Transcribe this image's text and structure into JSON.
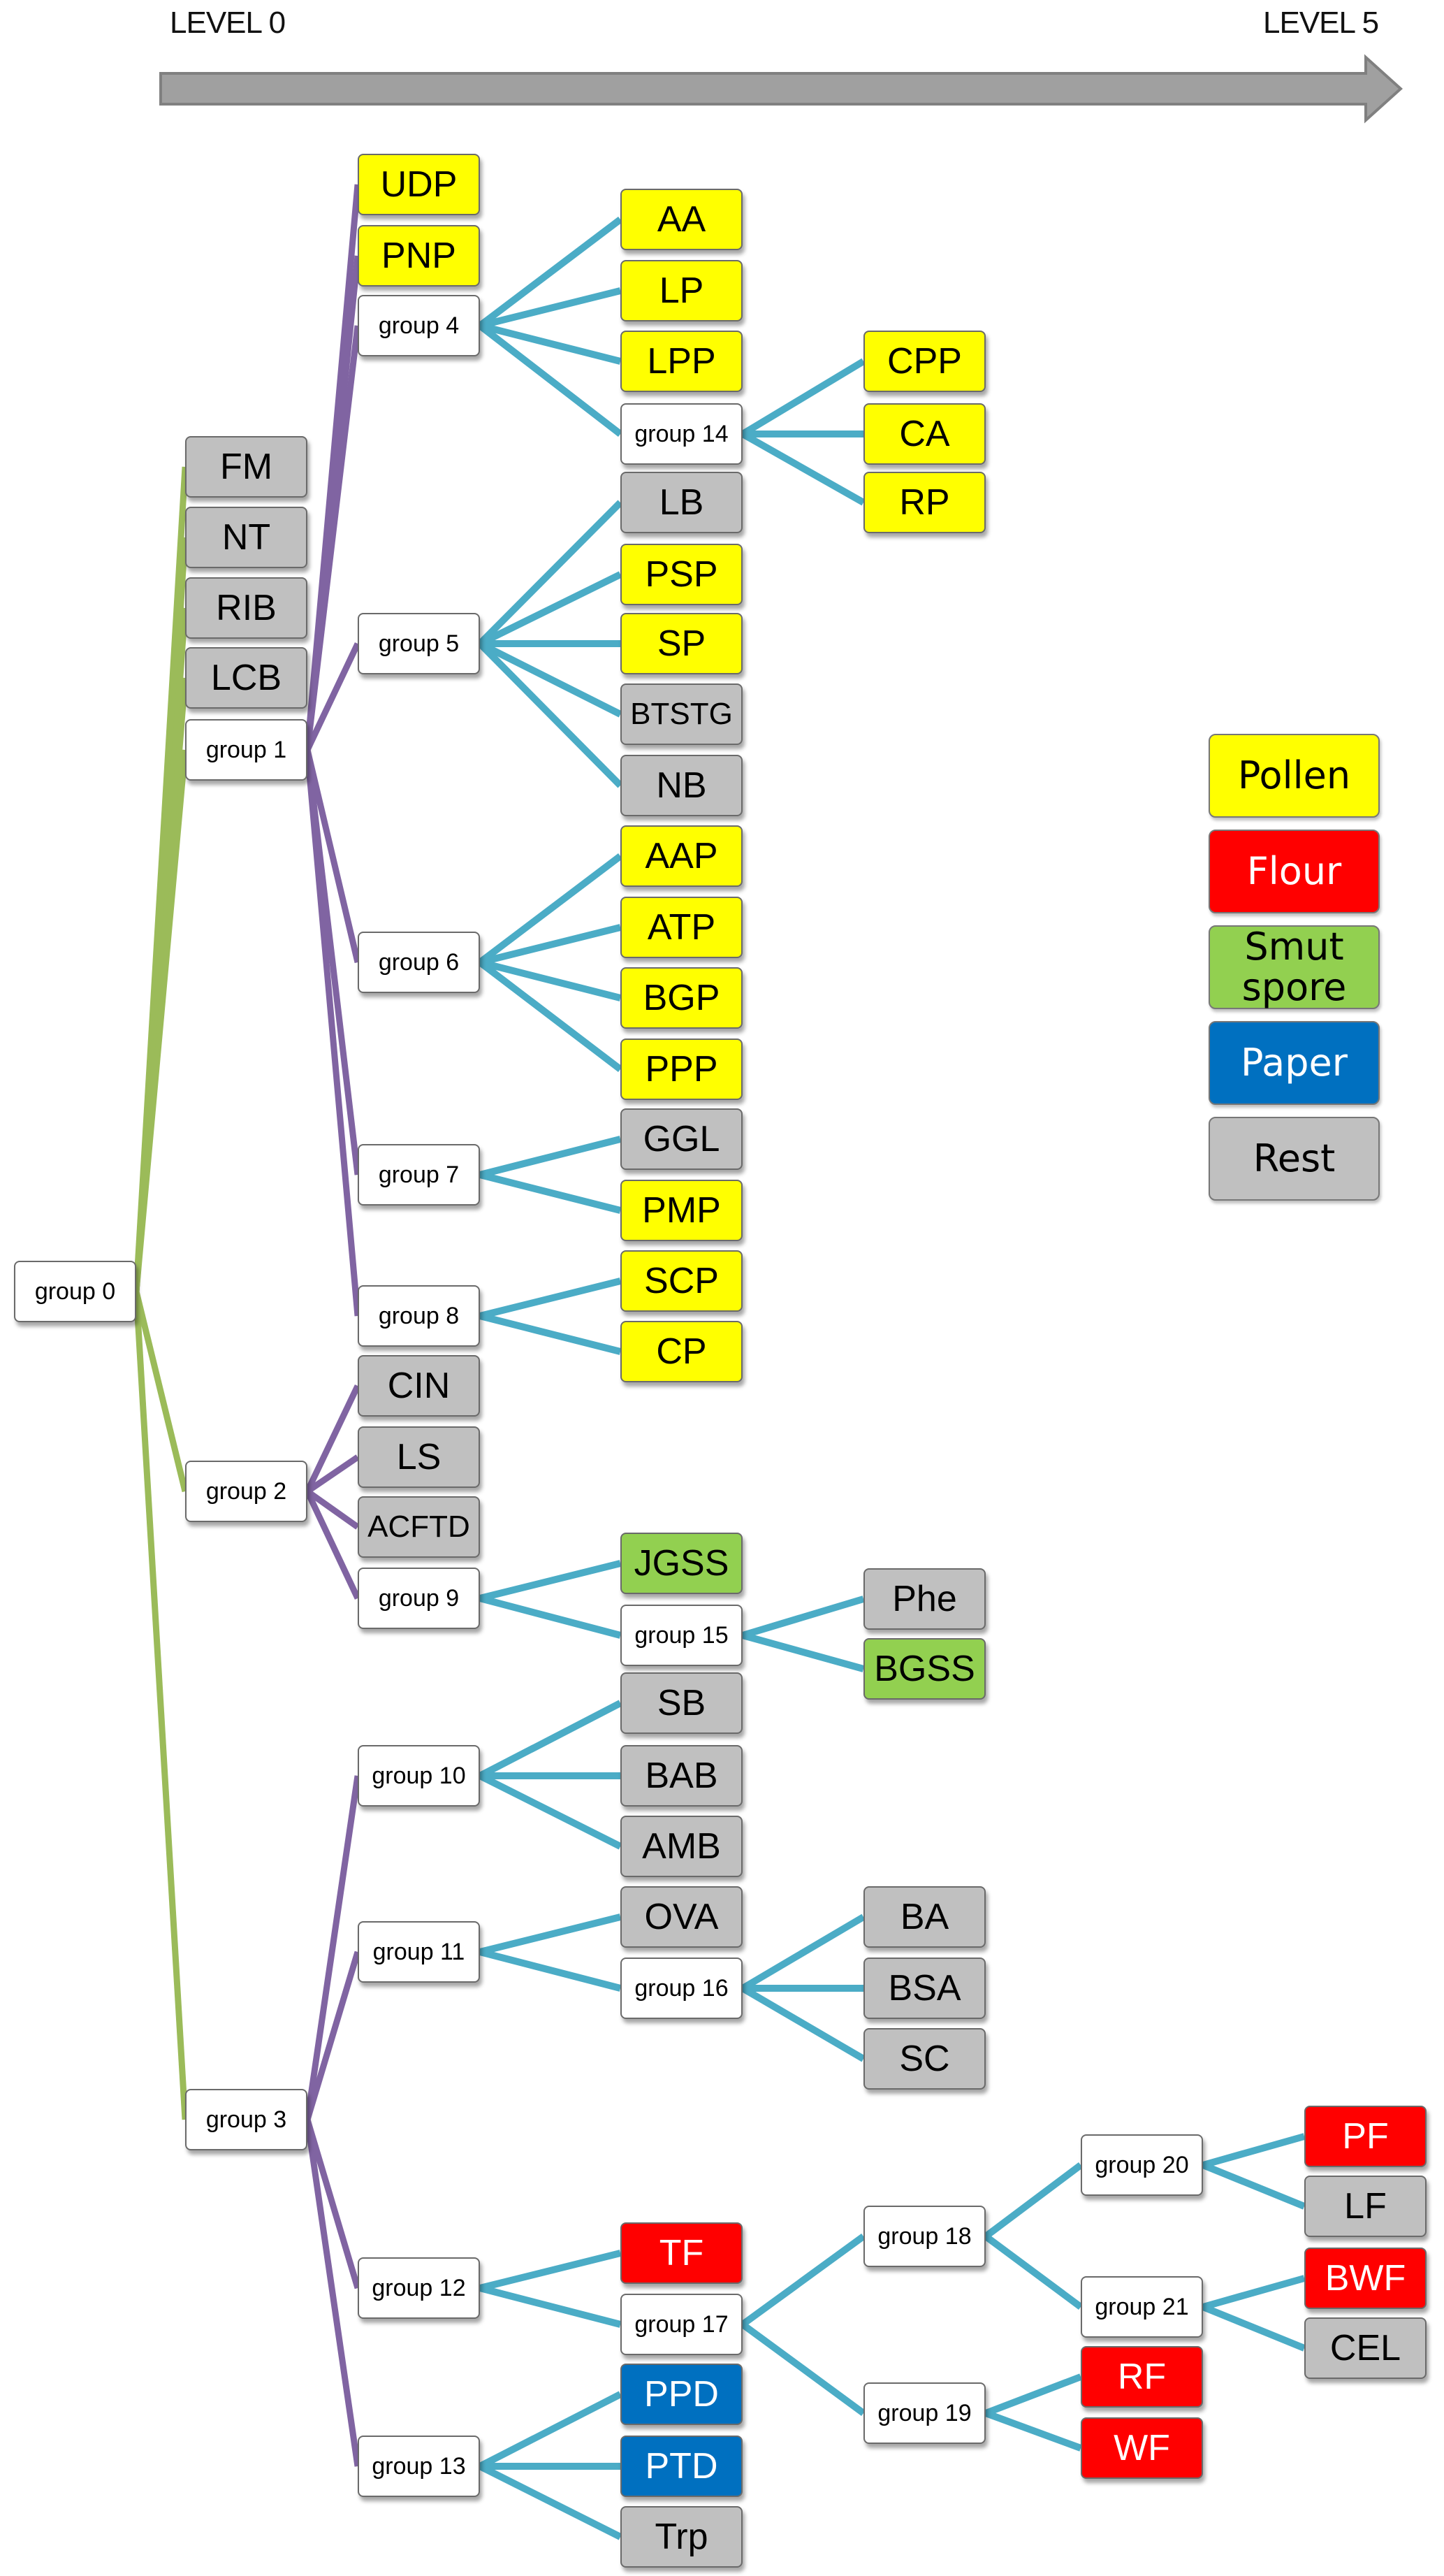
{
  "axis": {
    "start_label": "LEVEL 0",
    "end_label": "LEVEL 5"
  },
  "colors": {
    "pollen": "#ffff00",
    "flour": "#ff0000",
    "smut": "#92d050",
    "paper": "#0070c0",
    "rest": "#c0c0c0",
    "group": "#ffffff",
    "link_level0": "#9bbb59",
    "link_level1": "#8064a2",
    "link_deeper": "#4bacc6",
    "arrow": "#a0a0a0"
  },
  "legend": [
    {
      "key": "pollen",
      "label": "Pollen"
    },
    {
      "key": "flour",
      "label": "Flour"
    },
    {
      "key": "smut",
      "label": "Smut spore"
    },
    {
      "key": "paper",
      "label": "Paper"
    },
    {
      "key": "rest",
      "label": "Rest"
    }
  ],
  "tree": {
    "label": "group 0",
    "children": [
      {
        "label": "FM",
        "category": "rest"
      },
      {
        "label": "NT",
        "category": "rest"
      },
      {
        "label": "RIB",
        "category": "rest"
      },
      {
        "label": "LCB",
        "category": "rest"
      },
      {
        "label": "group 1",
        "children": [
          {
            "label": "UDP",
            "category": "pollen"
          },
          {
            "label": "PNP",
            "category": "pollen"
          },
          {
            "label": "group 4",
            "children": [
              {
                "label": "AA",
                "category": "pollen"
              },
              {
                "label": "LP",
                "category": "pollen"
              },
              {
                "label": "LPP",
                "category": "pollen"
              },
              {
                "label": "group 14",
                "children": [
                  {
                    "label": "CPP",
                    "category": "pollen"
                  },
                  {
                    "label": "CA",
                    "category": "pollen"
                  },
                  {
                    "label": "RP",
                    "category": "pollen"
                  }
                ]
              }
            ]
          },
          {
            "label": "group 5",
            "children": [
              {
                "label": "LB",
                "category": "rest"
              },
              {
                "label": "PSP",
                "category": "pollen"
              },
              {
                "label": "SP",
                "category": "pollen"
              },
              {
                "label": "BTSTG",
                "category": "rest"
              },
              {
                "label": "NB",
                "category": "rest"
              }
            ]
          },
          {
            "label": "group 6",
            "children": [
              {
                "label": "AAP",
                "category": "pollen"
              },
              {
                "label": "ATP",
                "category": "pollen"
              },
              {
                "label": "BGP",
                "category": "pollen"
              },
              {
                "label": "PPP",
                "category": "pollen"
              }
            ]
          },
          {
            "label": "group 7",
            "children": [
              {
                "label": "GGL",
                "category": "rest"
              },
              {
                "label": "PMP",
                "category": "pollen"
              }
            ]
          },
          {
            "label": "group 8",
            "children": [
              {
                "label": "SCP",
                "category": "pollen"
              },
              {
                "label": "CP",
                "category": "pollen"
              }
            ]
          }
        ]
      },
      {
        "label": "group 2",
        "children": [
          {
            "label": "CIN",
            "category": "rest"
          },
          {
            "label": "LS",
            "category": "rest"
          },
          {
            "label": "ACFTD",
            "category": "rest"
          },
          {
            "label": "group 9",
            "children": [
              {
                "label": "JGSS",
                "category": "smut"
              },
              {
                "label": "group 15",
                "children": [
                  {
                    "label": "Phe",
                    "category": "rest"
                  },
                  {
                    "label": "BGSS",
                    "category": "smut"
                  }
                ]
              }
            ]
          }
        ]
      },
      {
        "label": "group 3",
        "children": [
          {
            "label": "group 10",
            "children": [
              {
                "label": "SB",
                "category": "rest"
              },
              {
                "label": "BAB",
                "category": "rest"
              },
              {
                "label": "AMB",
                "category": "rest"
              }
            ]
          },
          {
            "label": "group 11",
            "children": [
              {
                "label": "OVA",
                "category": "rest"
              },
              {
                "label": "group 16",
                "children": [
                  {
                    "label": "BA",
                    "category": "rest"
                  },
                  {
                    "label": "BSA",
                    "category": "rest"
                  },
                  {
                    "label": "SC",
                    "category": "rest"
                  }
                ]
              }
            ]
          },
          {
            "label": "group 12",
            "children": [
              {
                "label": "TF",
                "category": "flour"
              },
              {
                "label": "group 17",
                "children": [
                  {
                    "label": "group 18",
                    "children": [
                      {
                        "label": "group 20",
                        "children": [
                          {
                            "label": "PF",
                            "category": "flour"
                          },
                          {
                            "label": "LF",
                            "category": "rest"
                          }
                        ]
                      },
                      {
                        "label": "group 21",
                        "children": [
                          {
                            "label": "BWF",
                            "category": "flour"
                          },
                          {
                            "label": "CEL",
                            "category": "rest"
                          }
                        ]
                      }
                    ]
                  },
                  {
                    "label": "group 19",
                    "children": [
                      {
                        "label": "RF",
                        "category": "flour"
                      },
                      {
                        "label": "WF",
                        "category": "flour"
                      }
                    ]
                  }
                ]
              }
            ]
          },
          {
            "label": "group 13",
            "children": [
              {
                "label": "PPD",
                "category": "paper"
              },
              {
                "label": "PTD",
                "category": "paper"
              },
              {
                "label": "Trp",
                "category": "rest"
              }
            ]
          }
        ]
      }
    ]
  }
}
